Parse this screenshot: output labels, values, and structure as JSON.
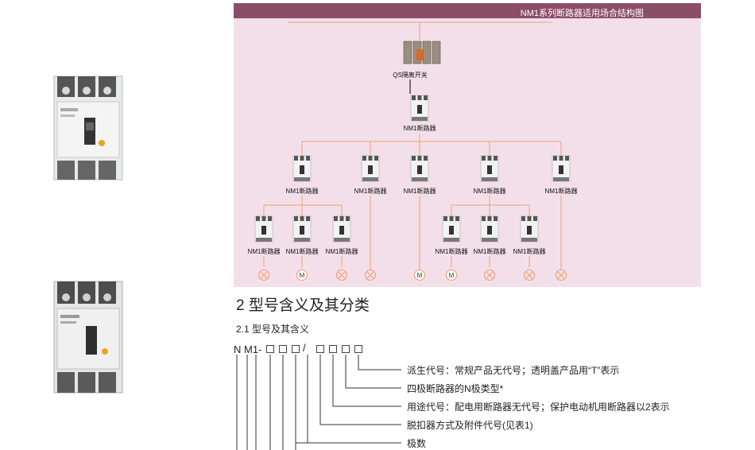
{
  "diagram": {
    "title": "NM1系列断路器适用场合结构图",
    "isolator_label": "QS隔离开关",
    "breaker_label": "NM1断路器",
    "load_lamp": "lamp-load",
    "load_motor_symbol": "M"
  },
  "section": {
    "title": "2 型号含义及其分类",
    "subtitle": "2.1 型号及其含义",
    "code_prefix": "N M1-",
    "code_separator": "/",
    "explanations": [
      "派生代号：常规产品无代号；透明盖产品用“T”表示",
      "四极断路器的N极类型*",
      "用途代号：配电用断路器无代号；保护电动机用断路器以2表示",
      "脱扣器方式及附件代号(见表1)",
      "极数"
    ]
  },
  "colors": {
    "header": "#8c4d68",
    "panel": "#f3dfe9",
    "line": "#f0a070"
  }
}
